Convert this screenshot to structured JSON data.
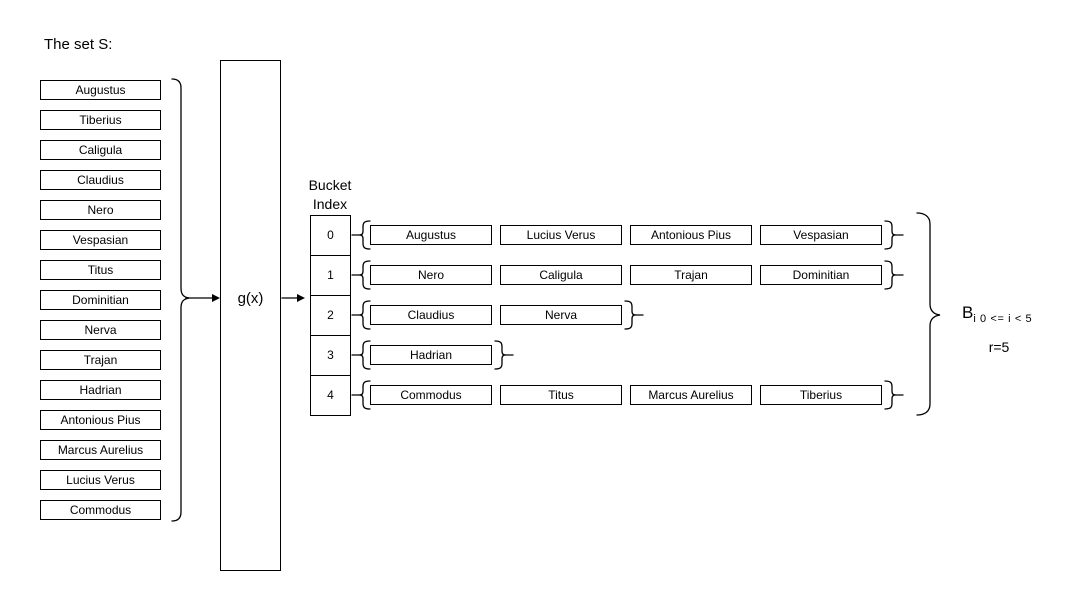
{
  "title": "The set S:",
  "set_items": [
    "Augustus",
    "Tiberius",
    "Caligula",
    "Claudius",
    "Nero",
    "Vespasian",
    "Titus",
    "Dominitian",
    "Nerva",
    "Trajan",
    "Hadrian",
    "Antonious Pius",
    "Marcus Aurelius",
    "Lucius Verus",
    "Commodus"
  ],
  "hash_label": "g(x)",
  "bucket_index_heading": {
    "line1": "Bucket",
    "line2": "Index"
  },
  "buckets": [
    {
      "index": "0",
      "items": [
        "Augustus",
        "Lucius Verus",
        "Antonious Pius",
        "Vespasian"
      ]
    },
    {
      "index": "1",
      "items": [
        "Nero",
        "Caligula",
        "Trajan",
        "Dominitian"
      ]
    },
    {
      "index": "2",
      "items": [
        "Claudius",
        "Nerva"
      ]
    },
    {
      "index": "3",
      "items": [
        "Hadrian"
      ]
    },
    {
      "index": "4",
      "items": [
        "Commodus",
        "Titus",
        "Marcus Aurelius",
        "Tiberius"
      ]
    }
  ],
  "bi_label": {
    "base": "B",
    "subscript": "i 0 <= i < 5"
  },
  "r_label": "r=5",
  "colors": {
    "line": "#000000",
    "text": "#000000",
    "background": "#ffffff"
  }
}
